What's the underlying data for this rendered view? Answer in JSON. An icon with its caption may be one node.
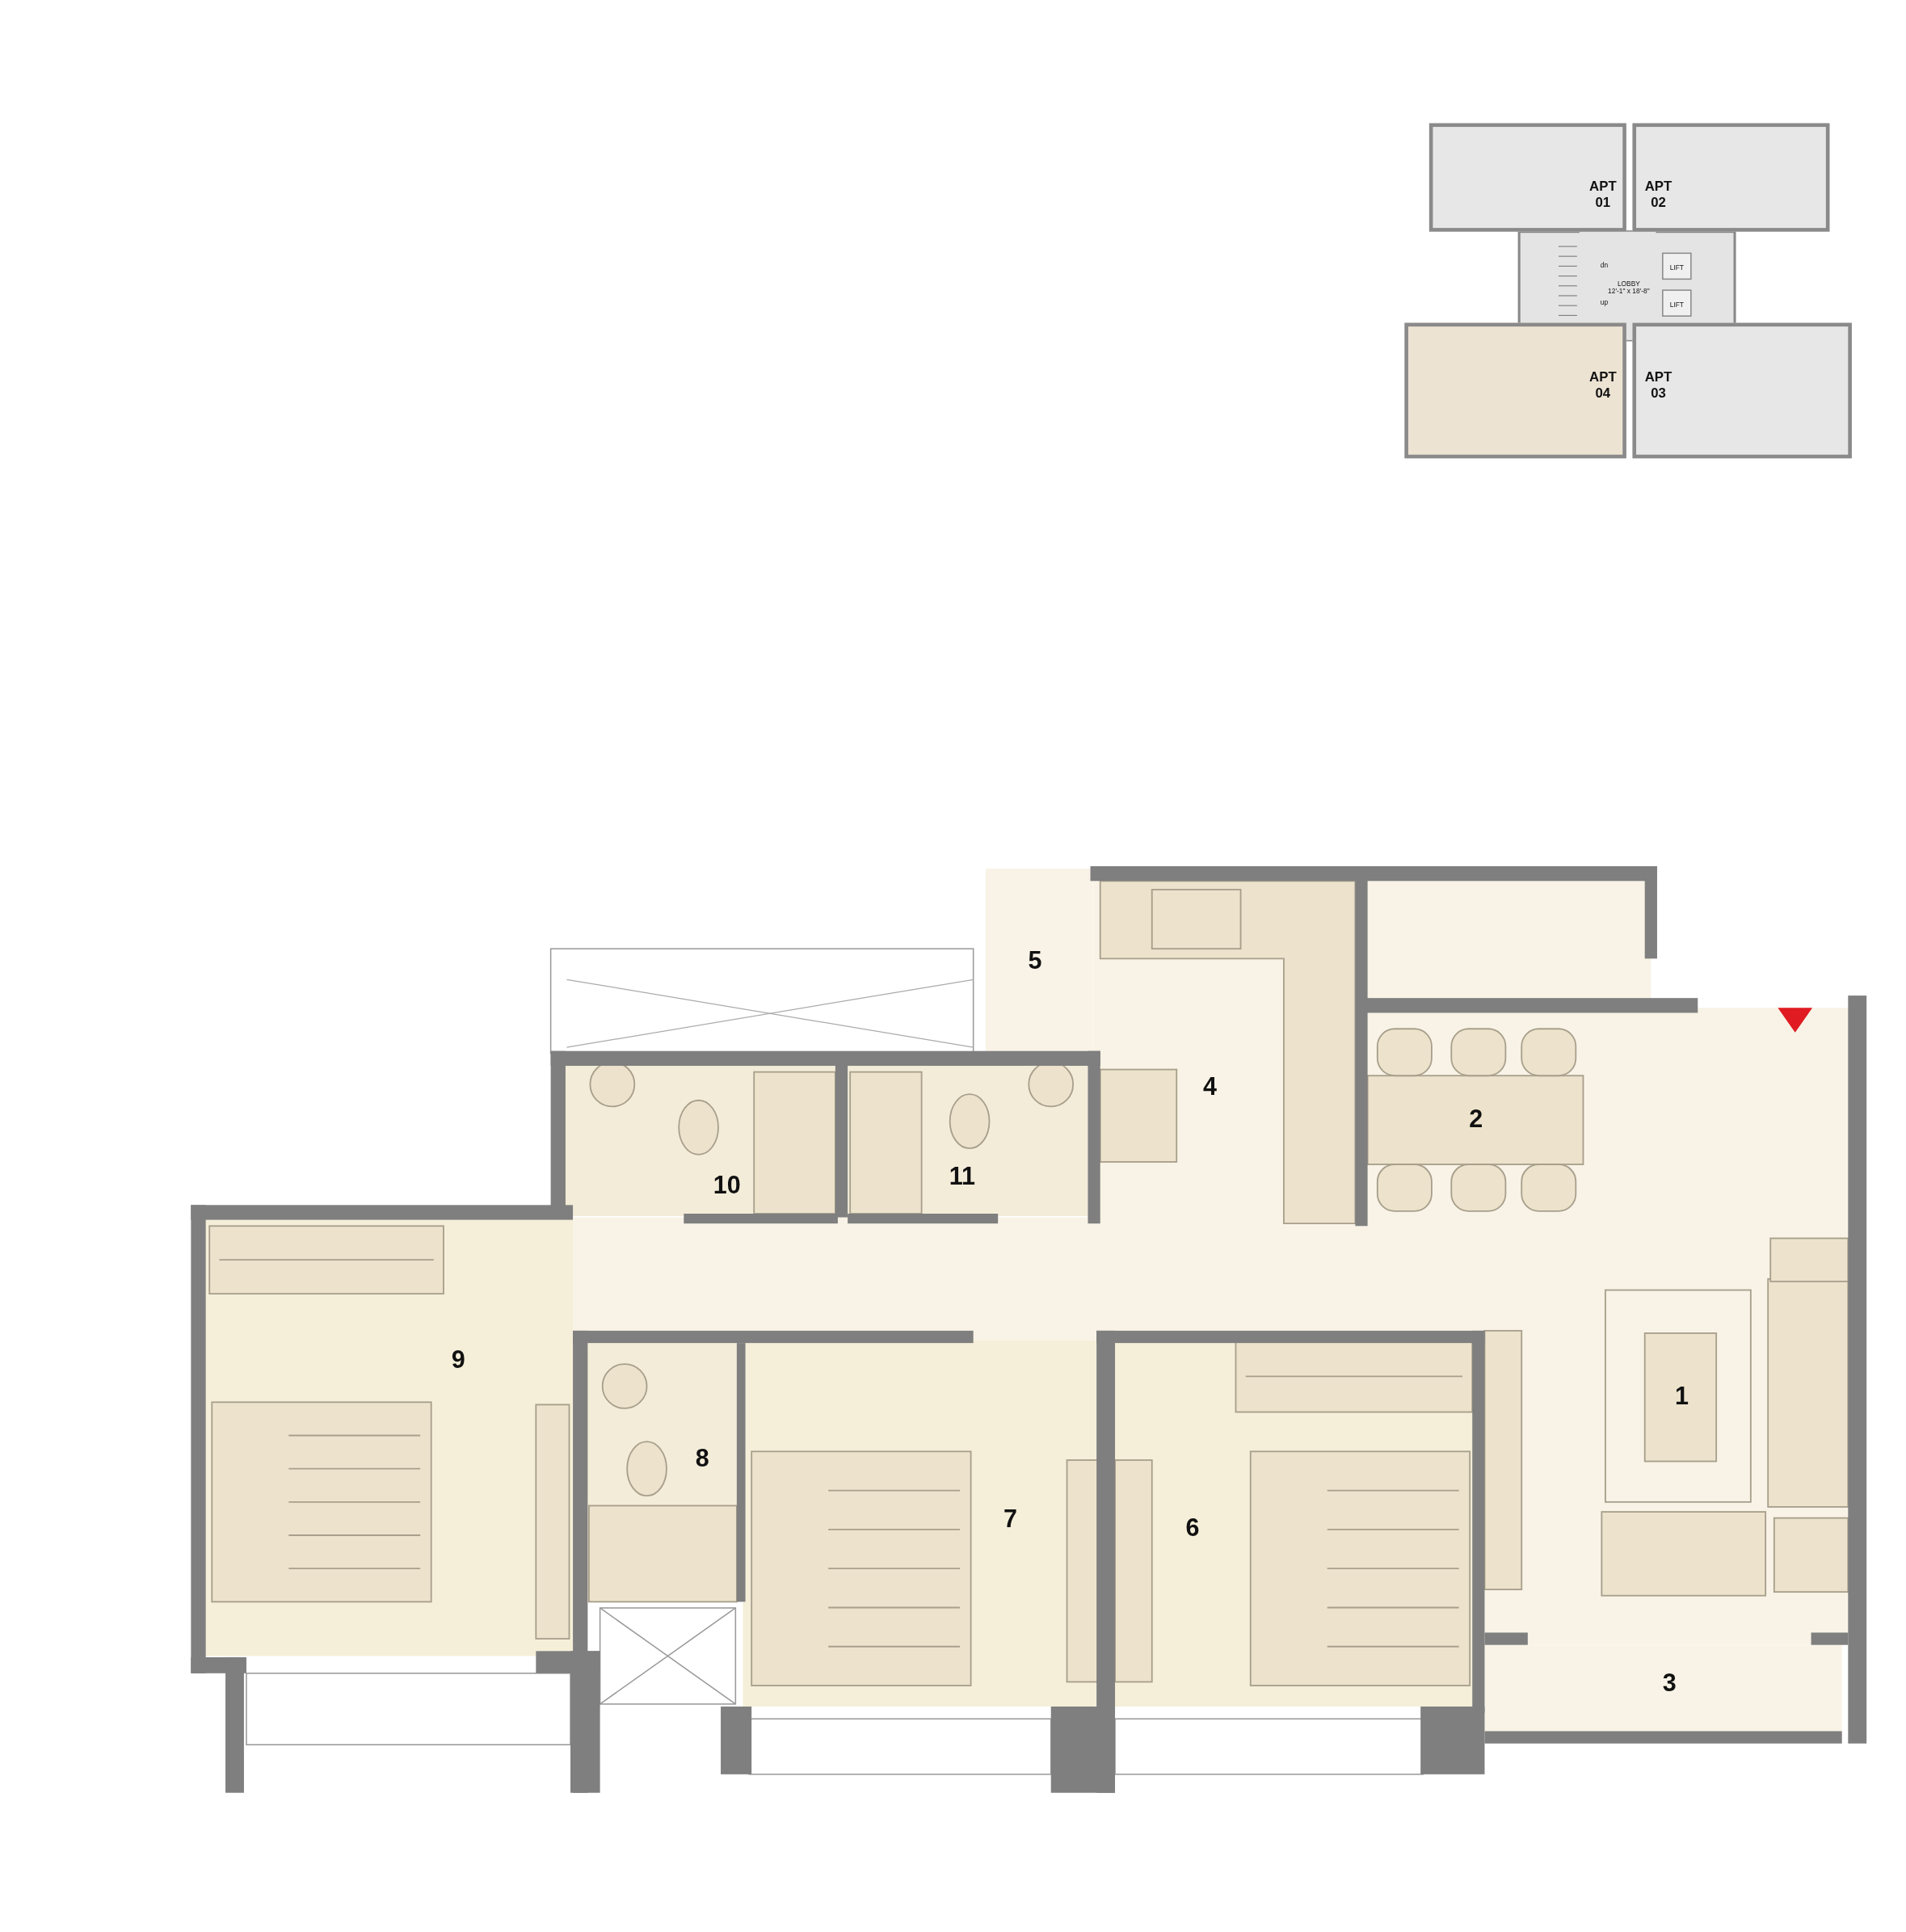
{
  "diagram": {
    "nodes": [
      {
        "text": [
          "APT 01"
        ]
      },
      {
        "text": [
          "APT 02"
        ]
      },
      {
        "text": [
          "LOBBY",
          "12'-1\" x 18'-8\""
        ]
      },
      {
        "text": [
          "LIFT"
        ]
      },
      {
        "text": [
          "LIFT"
        ]
      },
      {
        "text": [
          "APT 04"
        ]
      },
      {
        "text": [
          "APT 03"
        ]
      },
      {
        "text": [
          "1"
        ]
      },
      {
        "text": [
          "2"
        ]
      },
      {
        "text": [
          "3"
        ]
      },
      {
        "text": [
          "4"
        ]
      },
      {
        "text": [
          "5"
        ]
      },
      {
        "text": [
          "6"
        ]
      },
      {
        "text": [
          "7"
        ]
      },
      {
        "text": [
          "8"
        ]
      },
      {
        "text": [
          "9"
        ]
      },
      {
        "text": [
          "10"
        ]
      },
      {
        "text": [
          "11"
        ]
      }
    ],
    "edges": [],
    "labels": [
      "dn",
      "up"
    ]
  }
}
